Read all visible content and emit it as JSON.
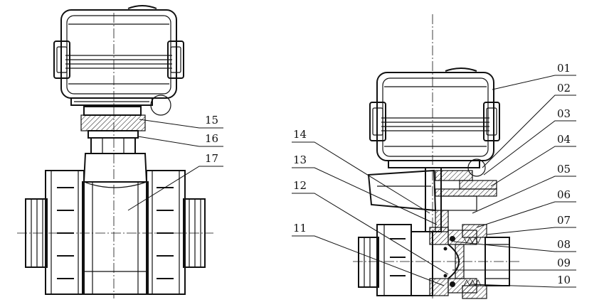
{
  "callouts": [
    {
      "id": "01"
    },
    {
      "id": "02"
    },
    {
      "id": "03"
    },
    {
      "id": "04"
    },
    {
      "id": "05"
    },
    {
      "id": "06"
    },
    {
      "id": "07"
    },
    {
      "id": "08"
    },
    {
      "id": "09"
    },
    {
      "id": "10"
    },
    {
      "id": "11"
    },
    {
      "id": "12"
    },
    {
      "id": "13"
    },
    {
      "id": "14"
    },
    {
      "id": "15"
    },
    {
      "id": "16"
    },
    {
      "id": "17"
    }
  ]
}
